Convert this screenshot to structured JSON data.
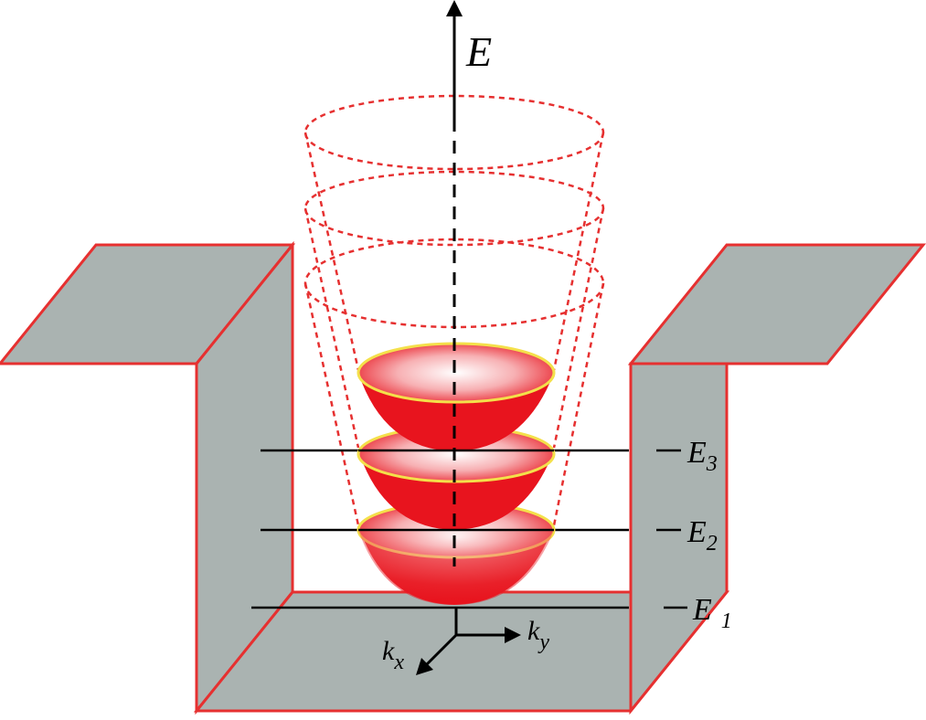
{
  "colors": {
    "wall_fill": "#aab3b1",
    "wall_edge": "#e63030",
    "band_red": "#e8141e",
    "band_rim": "#f4e04a",
    "dashed": "#e63030",
    "axis": "#000000"
  },
  "labels": {
    "energy_axis": "E",
    "level_3": {
      "letter": "E",
      "sub": "3"
    },
    "level_2": {
      "letter": "E",
      "sub": "2"
    },
    "level_1": {
      "letter": "E",
      "sub": "1"
    },
    "kx": {
      "letter": "k",
      "sub": "x"
    },
    "ky": {
      "letter": "k",
      "sub": "y"
    }
  },
  "icons": {
    "energy_arrow": "arrow-up",
    "kx_arrow": "arrow-down-left",
    "ky_arrow": "arrow-right"
  }
}
